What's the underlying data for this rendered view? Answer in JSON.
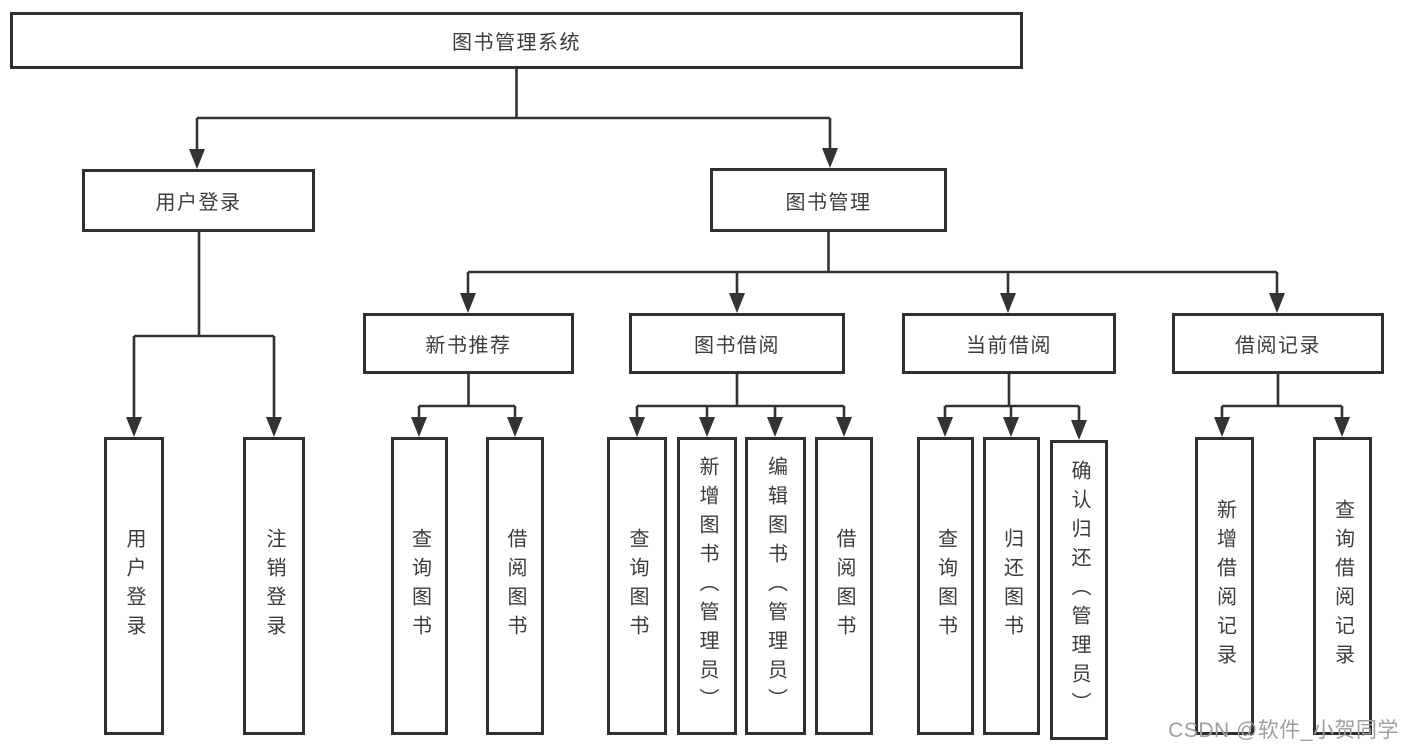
{
  "tree": {
    "root": {
      "label": "图书管理系统"
    },
    "children": [
      {
        "label": "用户登录",
        "children": [
          {
            "label": "用户登录"
          },
          {
            "label": "注销登录"
          }
        ]
      },
      {
        "label": "图书管理",
        "children": [
          {
            "label": "新书推荐",
            "children": [
              {
                "label": "查询图书"
              },
              {
                "label": "借阅图书"
              }
            ]
          },
          {
            "label": "图书借阅",
            "children": [
              {
                "label": "查询图书"
              },
              {
                "label": "新增图书（管理员）"
              },
              {
                "label": "编辑图书（管理员）"
              },
              {
                "label": "借阅图书"
              }
            ]
          },
          {
            "label": "当前借阅",
            "children": [
              {
                "label": "查询图书"
              },
              {
                "label": "归还图书"
              },
              {
                "label": "确认归还（管理员）"
              }
            ]
          },
          {
            "label": "借阅记录",
            "children": [
              {
                "label": "新增借阅记录"
              },
              {
                "label": "查询借阅记录"
              }
            ]
          }
        ]
      }
    ]
  },
  "watermark": {
    "text": "CSDN @软件_小贺同学"
  },
  "colors": {
    "line": "#333333",
    "box_border": "#2f2f2f",
    "text": "#3c3c3c",
    "background": "#ffffff",
    "watermark": "#9e9e9e"
  }
}
